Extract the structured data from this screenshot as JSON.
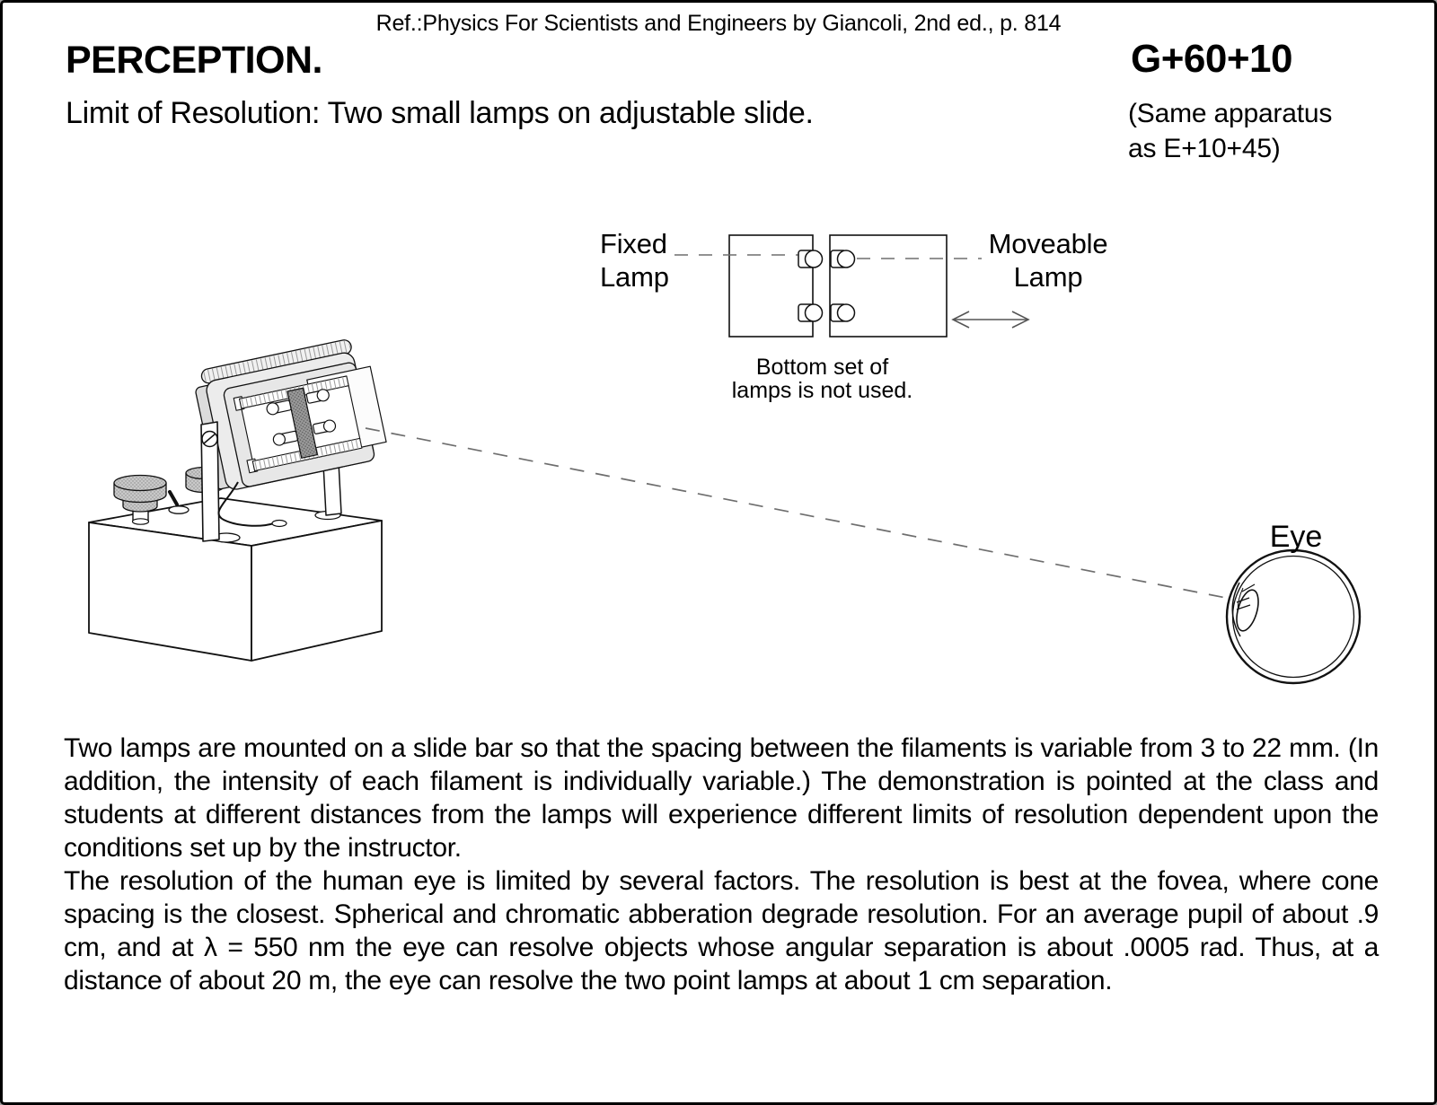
{
  "header": {
    "ref_line": "Ref.:Physics For Scientists and Engineers by Giancoli, 2nd ed., p. 814",
    "title": "PERCEPTION.",
    "catalog_code": "G+60+10",
    "subtitle": "Limit of Resolution: Two small lamps on adjustable slide.",
    "apparatus_note": "(Same apparatus\nas E+10+45)"
  },
  "diagram": {
    "fixed_lamp_label": "Fixed\nLamp",
    "moveable_lamp_label": "Moveable\nLamp",
    "bottom_note": "Bottom set of\nlamps is not used.",
    "eye_label": "Eye"
  },
  "body": {
    "paragraph1": "Two lamps are mounted on a slide bar so that the spacing between the filaments is variable from 3 to 22 mm. (In addition, the intensity of each filament is individually variable.) The demonstration is pointed at the class and students at different distances from the lamps will experience different limits of resolution dependent upon the conditions set up by the instructor.",
    "paragraph2": "The resolution of the human eye is limited by several factors. The resolution is best at the fovea, where cone spacing is the closest. Spherical and chromatic abberation degrade resolution. For an average pupil of about .9 cm, and at λ = 550 nm the eye can resolve objects whose angular separation is about .0005 rad. Thus, at a distance of about 20 m, the eye can resolve the two point lamps at about 1 cm separation."
  },
  "colors": {
    "ink": "#000000",
    "dashed_line_gray": "#6e6e6e",
    "housing_fill": "#e9e9e9",
    "strip_fill": "#9b9b9b"
  }
}
